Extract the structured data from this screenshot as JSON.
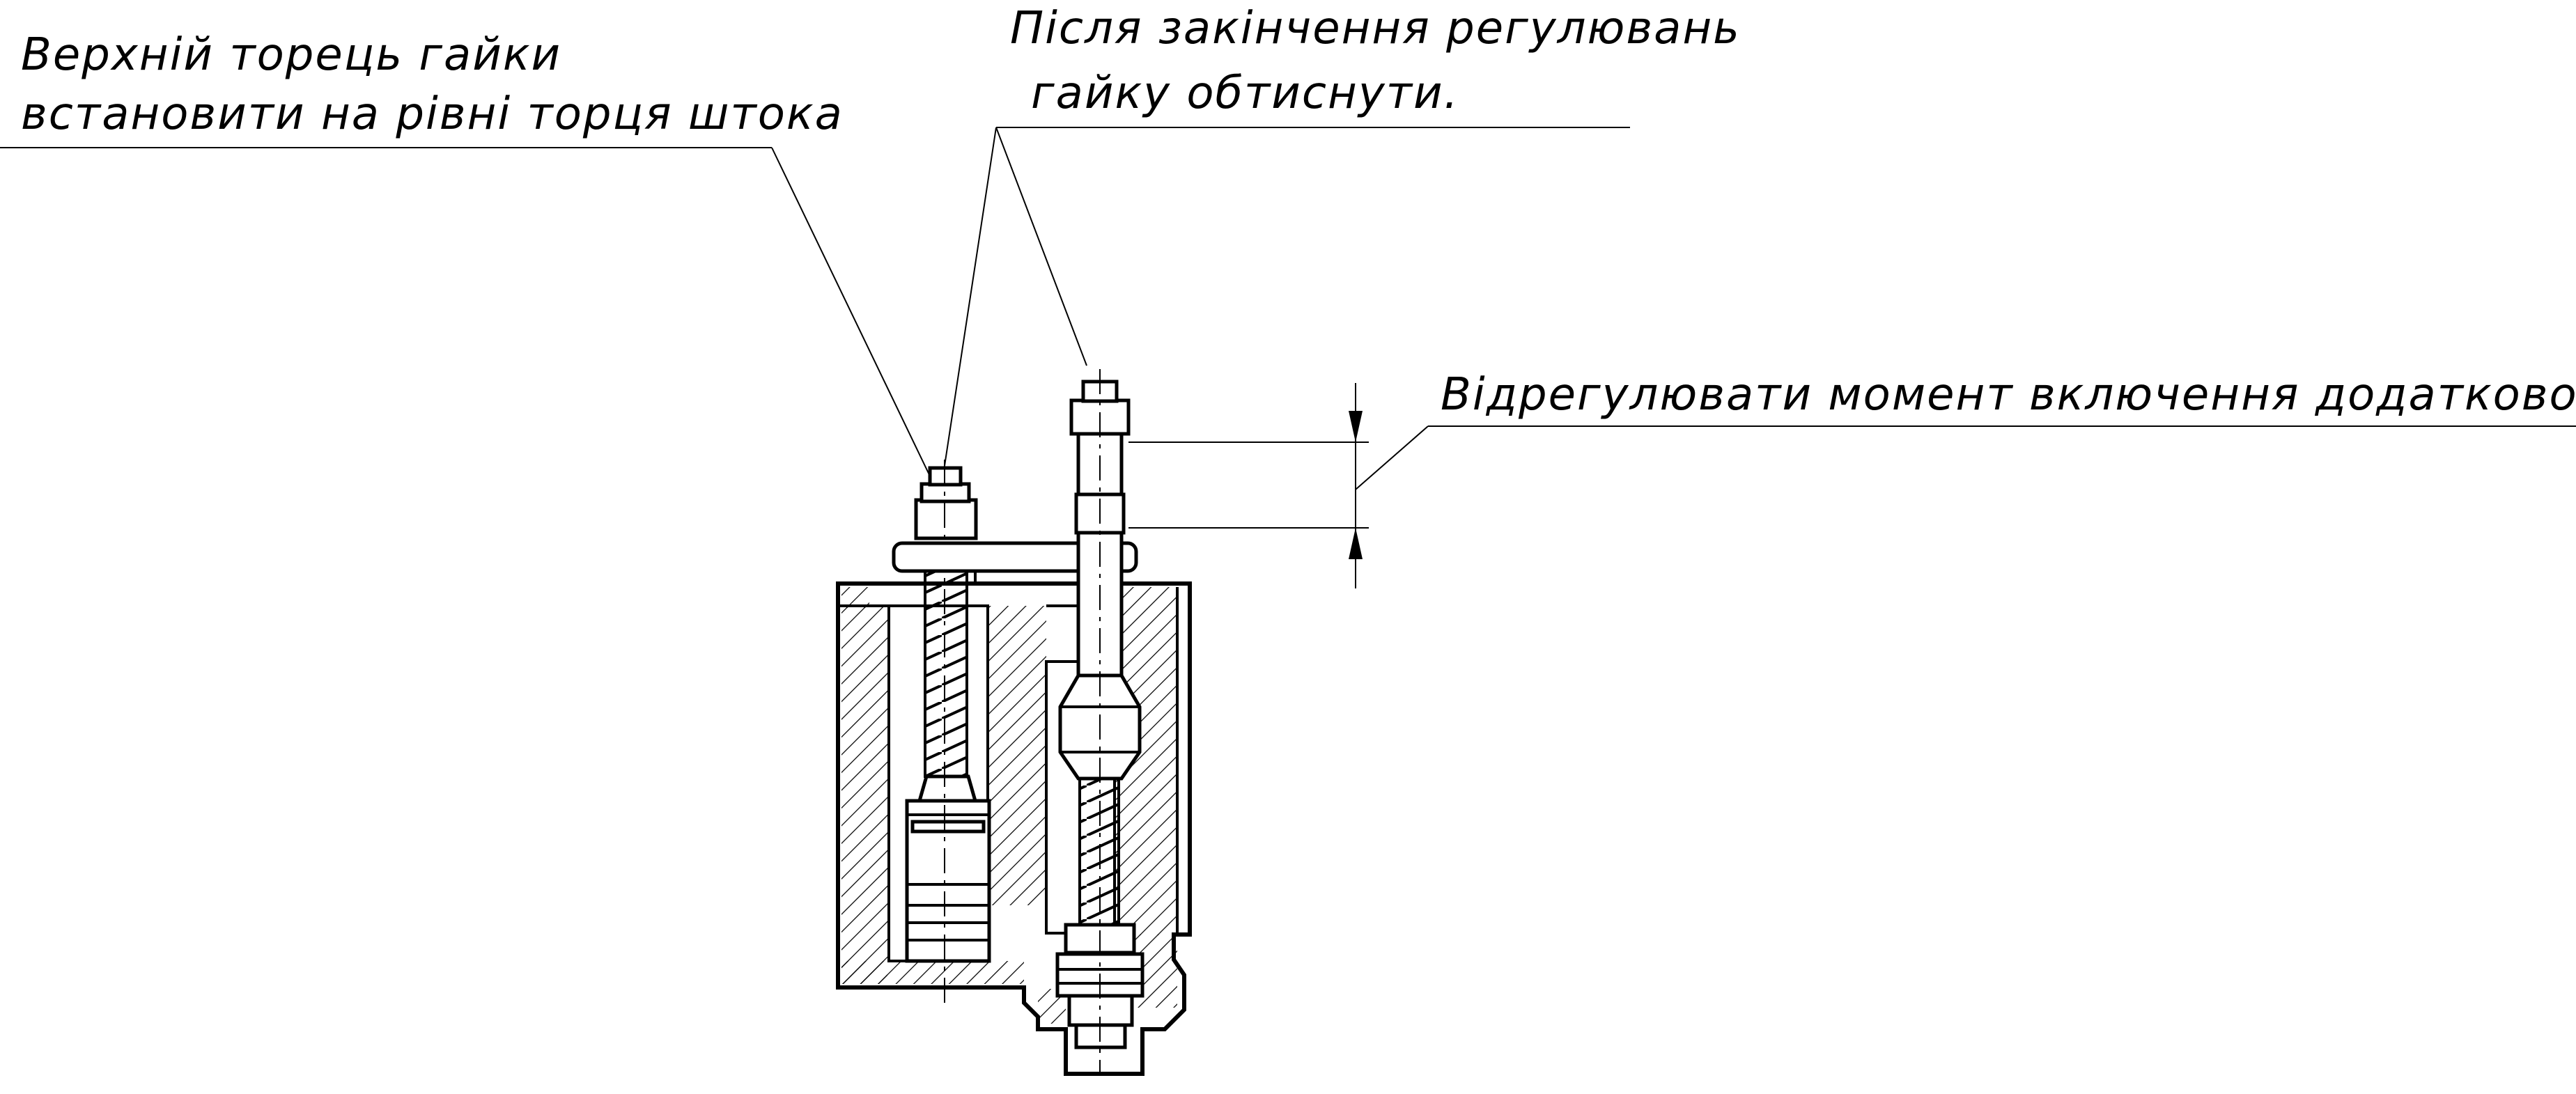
{
  "notes": {
    "nut_face": {
      "line1": "Верхній торець гайки",
      "line2": "встановити на рівні торця штока"
    },
    "after_adjust": {
      "line1": "Після закінчення регулювань",
      "line2": "гайку обтиснути."
    },
    "adjust_moment": {
      "line1": "Відрегулювати момент включення додаткової камери"
    }
  }
}
